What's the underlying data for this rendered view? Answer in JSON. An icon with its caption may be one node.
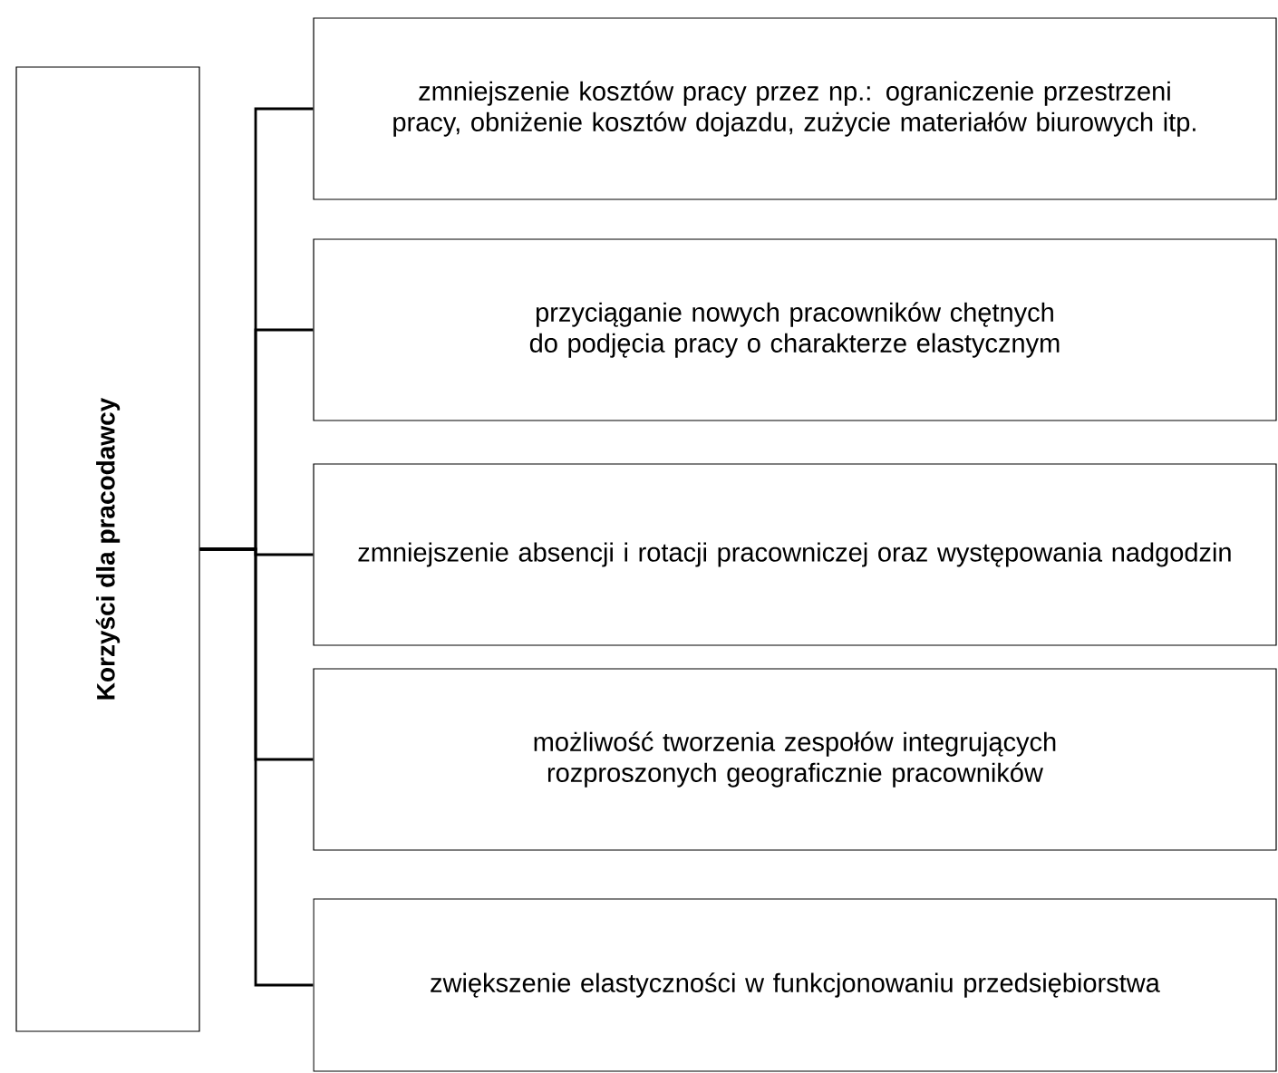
{
  "diagram": {
    "nodes": [
      {
        "text": [
          "Korzyści dla pracodawcy"
        ]
      },
      {
        "text": [
          "zmniejszenie kosztów pracy przez np.: ograniczenie przestrzeni pracy, obniżenie kosztów dojazdu, zużycie materiałów biurowych itp."
        ]
      },
      {
        "text": [
          "przyciąganie nowych pracowników chętnych do podjęcia pracy o charakterze elastycznym"
        ]
      },
      {
        "text": [
          "zmniejszenie absencji i rotacji pracowniczej oraz występowania nadgodzin"
        ]
      },
      {
        "text": [
          "możliwość tworzenia zespołów integrujących rozproszonych geograficznie pracowników"
        ]
      },
      {
        "text": [
          "zwiększenie elastyczności w funkcjonowaniu przedsiębiorstwa"
        ]
      }
    ],
    "edges": [
      {
        "from": 0,
        "to": 1,
        "arrow": "none"
      },
      {
        "from": 0,
        "to": 2,
        "arrow": "none"
      },
      {
        "from": 0,
        "to": 3,
        "arrow": "none"
      },
      {
        "from": 0,
        "to": 4,
        "arrow": "none"
      },
      {
        "from": 0,
        "to": 5,
        "arrow": "none"
      }
    ]
  }
}
